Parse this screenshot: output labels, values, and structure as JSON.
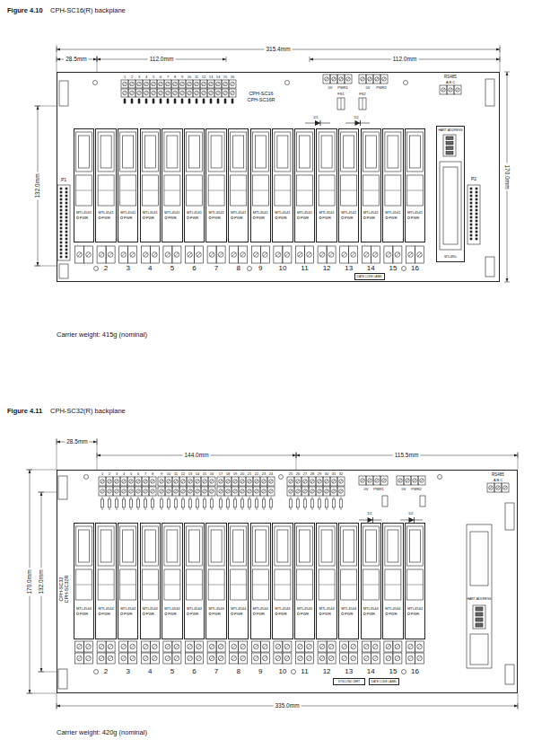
{
  "diagram": {
    "nodes": [
      {
        "text": [
          "CPH-SC16",
          "CPH-SC16R"
        ]
      },
      {
        "text": [
          "MTL4541",
          "PWR"
        ],
        "in": 0
      },
      {
        "text": [
          "MTL4541",
          "PWR"
        ],
        "in": 0
      },
      {
        "text": [
          "MTL4541",
          "PWR"
        ],
        "in": 0
      },
      {
        "text": [
          "MTL4541",
          "PWR"
        ],
        "in": 0
      },
      {
        "text": [
          "MTL4541",
          "PWR"
        ],
        "in": 0
      },
      {
        "text": [
          "MTL4541",
          "PWR"
        ],
        "in": 0
      },
      {
        "text": [
          "MTL4541",
          "PWR"
        ],
        "in": 0
      },
      {
        "text": [
          "MTL4541",
          "PWR"
        ],
        "in": 0
      },
      {
        "text": [
          "MTL4541",
          "PWR"
        ],
        "in": 0
      },
      {
        "text": [
          "MTL4541",
          "PWR"
        ],
        "in": 0
      },
      {
        "text": [
          "MTL4541",
          "PWR"
        ],
        "in": 0
      },
      {
        "text": [
          "MTL4541",
          "PWR"
        ],
        "in": 0
      },
      {
        "text": [
          "MTL4541",
          "PWR"
        ],
        "in": 0
      },
      {
        "text": [
          "MTL4541",
          "PWR"
        ],
        "in": 0
      },
      {
        "text": [
          "MTL4541",
          "PWR"
        ],
        "in": 0
      },
      {
        "text": [
          "MTL4541",
          "PWR"
        ],
        "in": 0
      },
      {
        "text": [
          "DATE CODE LABEL"
        ],
        "in": 0
      },
      {
        "text": [
          "MTL4850"
        ],
        "in": 0
      },
      {
        "text": [
          "CPH-SC32",
          "CPH-SC32R"
        ]
      },
      {
        "text": [
          "MTL4544",
          "PWR"
        ],
        "in": 19
      },
      {
        "text": [
          "MTL4544",
          "PWR"
        ],
        "in": 19
      },
      {
        "text": [
          "MTL4544",
          "PWR"
        ],
        "in": 19
      },
      {
        "text": [
          "MTL4544",
          "PWR"
        ],
        "in": 19
      },
      {
        "text": [
          "MTL4544",
          "PWR"
        ],
        "in": 19
      },
      {
        "text": [
          "MTL4544",
          "PWR"
        ],
        "in": 19
      },
      {
        "text": [
          "MTL4544",
          "PWR"
        ],
        "in": 19
      },
      {
        "text": [
          "MTL4544",
          "PWR"
        ],
        "in": 19
      },
      {
        "text": [
          "MTL4544",
          "PWR"
        ],
        "in": 19
      },
      {
        "text": [
          "MTL4544",
          "PWR"
        ],
        "in": 19
      },
      {
        "text": [
          "MTL4544",
          "PWR"
        ],
        "in": 19
      },
      {
        "text": [
          "MTL4544",
          "PWR"
        ],
        "in": 19
      },
      {
        "text": [
          "MTL4544",
          "PWR"
        ],
        "in": 19
      },
      {
        "text": [
          "MTL4544",
          "PWR"
        ],
        "in": 19
      },
      {
        "text": [
          "MTL4544",
          "PWR"
        ],
        "in": 19
      },
      {
        "text": [
          "MTL4544",
          "PWR"
        ],
        "in": 19
      },
      {
        "text": [
          "SYSCON4 CERT"
        ],
        "in": 19
      },
      {
        "text": [
          "DATE CODE LABEL"
        ],
        "in": 19
      }
    ],
    "labels": [
      "Figure 4.10",
      "CPH-SC16(R) backplane",
      "28.5mm",
      "315.4mm",
      "112.0mm",
      "112.0mm",
      "132.0mm",
      "170.0mm",
      "P1",
      "P2",
      "0V",
      "PWR1",
      "0V",
      "PWR2",
      "FS1",
      "FS2",
      "D1",
      "D2",
      "RS485",
      "A B C",
      "HART ADDRESS",
      "1",
      "2",
      "3",
      "4",
      "5",
      "6",
      "7",
      "8",
      "9",
      "10",
      "11",
      "12",
      "13",
      "14",
      "15",
      "16",
      "2",
      "3",
      "4",
      "5",
      "6",
      "7",
      "8",
      "9",
      "10",
      "11",
      "12",
      "13",
      "14",
      "15",
      "16",
      "Carrier weight: 415g (nominal)",
      "Figure 4.11",
      "CPH-SC32(R) backplane",
      "28.5mm",
      "144.0mm",
      "115.5mm",
      "170.0mm",
      "132.0mm",
      "335.0mm",
      "0V",
      "PWR1",
      "0V",
      "PWR2",
      "RS485",
      "A B C",
      "HART ADDRESS",
      "D1",
      "D2",
      "1",
      "2",
      "3",
      "4",
      "5",
      "6",
      "7",
      "8",
      "9",
      "10",
      "11",
      "12",
      "13",
      "14",
      "15",
      "16",
      "17",
      "18",
      "19",
      "20",
      "21",
      "22",
      "23",
      "24",
      "25",
      "26",
      "27",
      "28",
      "29",
      "30",
      "31",
      "32",
      "2",
      "3",
      "4",
      "5",
      "6",
      "7",
      "8",
      "9",
      "10",
      "11",
      "12",
      "13",
      "14",
      "15",
      "16",
      "Carrier weight: 420g (nominal)"
    ]
  }
}
